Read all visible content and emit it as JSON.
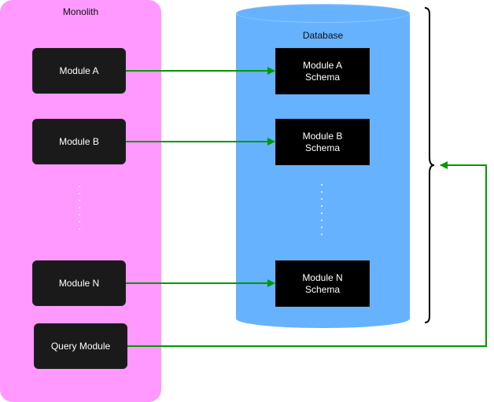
{
  "monolith": {
    "label": "Monolith",
    "modules": [
      "Module A",
      "Module B",
      "Module N"
    ],
    "query_module": "Query Module"
  },
  "database": {
    "label": "Database",
    "schemas": [
      "Module A\nSchema",
      "Module B\nSchema",
      "Module N\nSchema"
    ]
  },
  "colors": {
    "monolith_fill": "#ff99ff",
    "database_fill": "#66b2ff",
    "box_fill": "#1a1a1a",
    "arrow": "#009900"
  }
}
